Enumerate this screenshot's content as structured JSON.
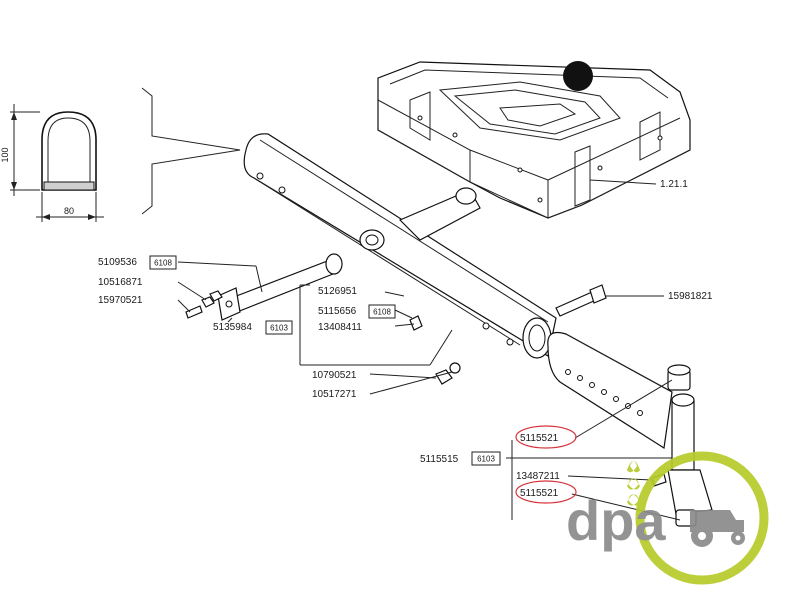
{
  "parts": {
    "p1": "5109536",
    "p2": "10516871",
    "p3": "15970521",
    "p4": "5135984",
    "p5": "5126951",
    "p6": "5115656",
    "p7": "13408411",
    "p8": "10790521",
    "p9": "10517271",
    "p10": "15981821",
    "p11": "1.21.1",
    "p12": "5115521",
    "p13": "5115515",
    "p14": "13487211",
    "p15": "5115521"
  },
  "boxes": {
    "b1": "6108",
    "b2": "6108",
    "b3": "6103",
    "b4": "6103"
  },
  "dimensions": {
    "height": "100",
    "width": "80"
  },
  "logo": {
    "text": "dpa",
    "gray": "#8a8a8a",
    "green": "#b7cc2a"
  },
  "highlight_color": "#d7333b"
}
